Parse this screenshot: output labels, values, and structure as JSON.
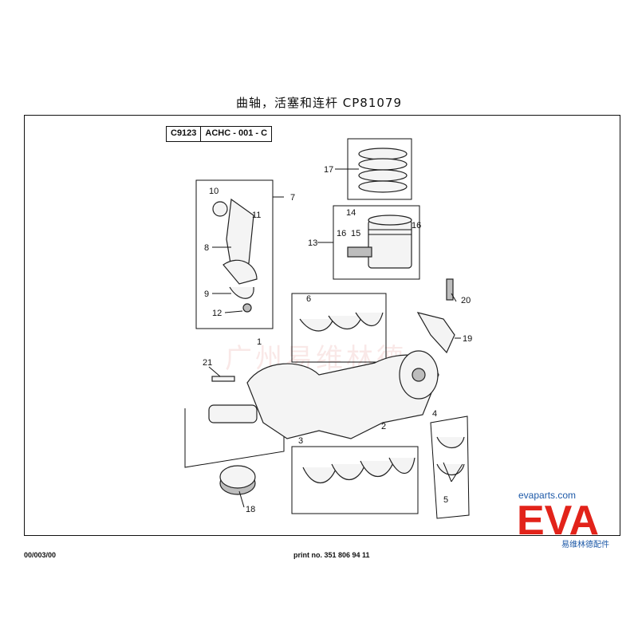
{
  "title": "曲轴，活塞和连杆  CP81079",
  "diagram_code": {
    "left": "C9123",
    "right": "ACHC - 001 - C"
  },
  "watermark": "广州易维林德",
  "part_labels": [
    "1",
    "2",
    "3",
    "4",
    "5",
    "6",
    "7",
    "8",
    "9",
    "10",
    "11",
    "12",
    "13",
    "14",
    "15",
    "16",
    "16",
    "17",
    "18",
    "19",
    "20",
    "21"
  ],
  "footer": {
    "left": "00/003/00",
    "center": "print no. 351 806 94 11"
  },
  "brand": {
    "site": "evaparts.com",
    "logo": "EVA",
    "tagline": "易维林德配件",
    "colors": {
      "red": "#e2231a",
      "blue": "#1e5aa8"
    }
  }
}
